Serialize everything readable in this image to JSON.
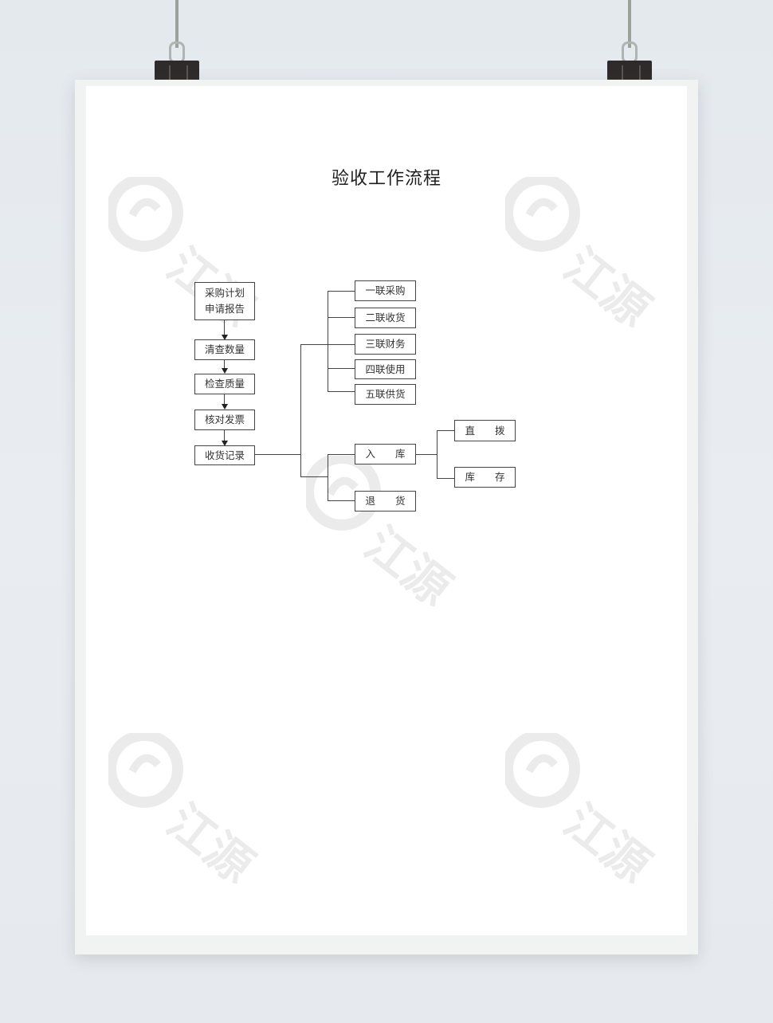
{
  "poster": {
    "title": "验收工作流程",
    "watermark_text": "江源"
  },
  "flow_main": [
    "采购计划\n申请报告",
    "清查数量",
    "检查质量",
    "核对发票",
    "收货记录"
  ],
  "copies": [
    "一联采购",
    "二联收货",
    "三联财务",
    "四联使用",
    "五联供货"
  ],
  "inbound": "入　　库",
  "inbound_branches": [
    "直　　拨",
    "库　　存"
  ],
  "return": "退　　货",
  "colors": {
    "background": "#e6eaee",
    "paper": "#ffffff",
    "line": "#444444",
    "clip": "#2f2b2b"
  }
}
